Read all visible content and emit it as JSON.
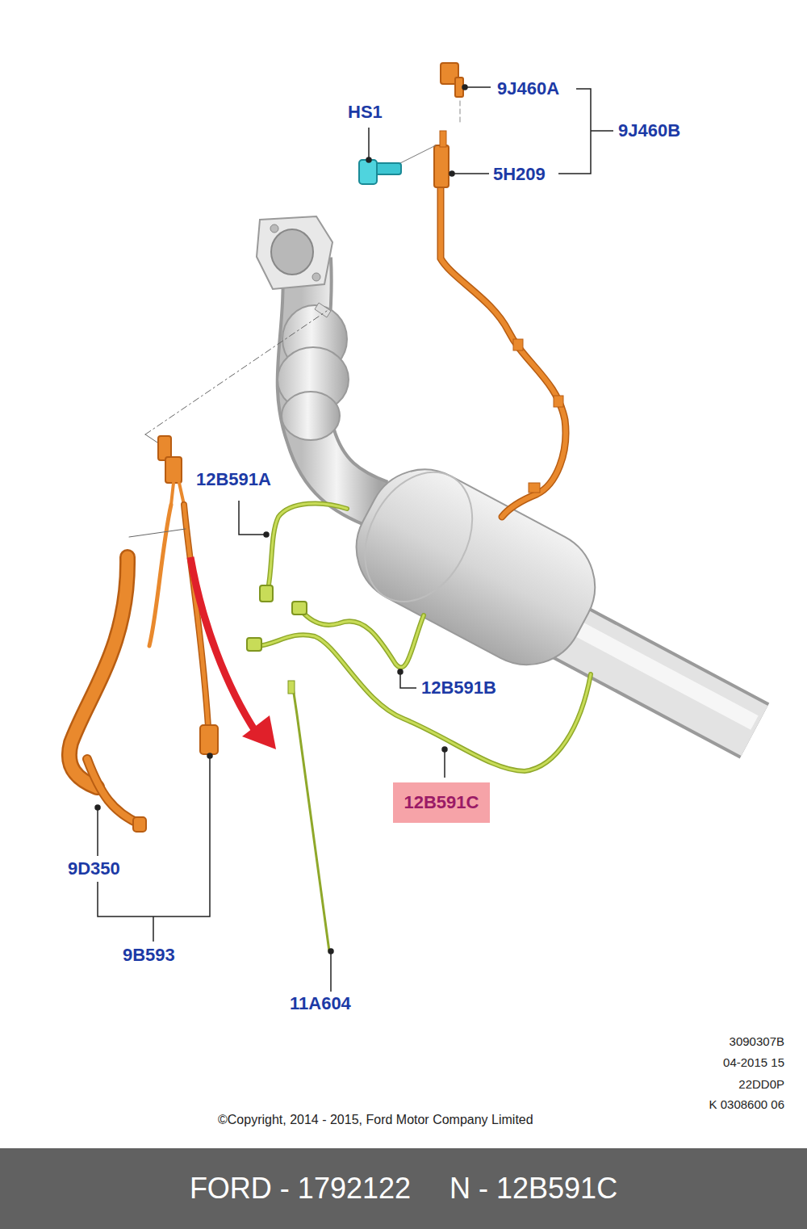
{
  "diagram": {
    "nodes": [
      {
        "text": [
          "12B591C"
        ]
      },
      {
        "text": [
          "FORD - 1792122",
          "N - 12B591C"
        ]
      }
    ],
    "labels": [
      "9J460A",
      "9J460B",
      "HS1",
      "5H209",
      "12B591A",
      "12B591B",
      "9D350",
      "9B593",
      "11A604",
      "3090307B",
      "04-2015 15",
      "22DD0P",
      "K 0308600 06",
      "©Copyright, 2014 - 2015, Ford Motor Company Limited"
    ]
  }
}
